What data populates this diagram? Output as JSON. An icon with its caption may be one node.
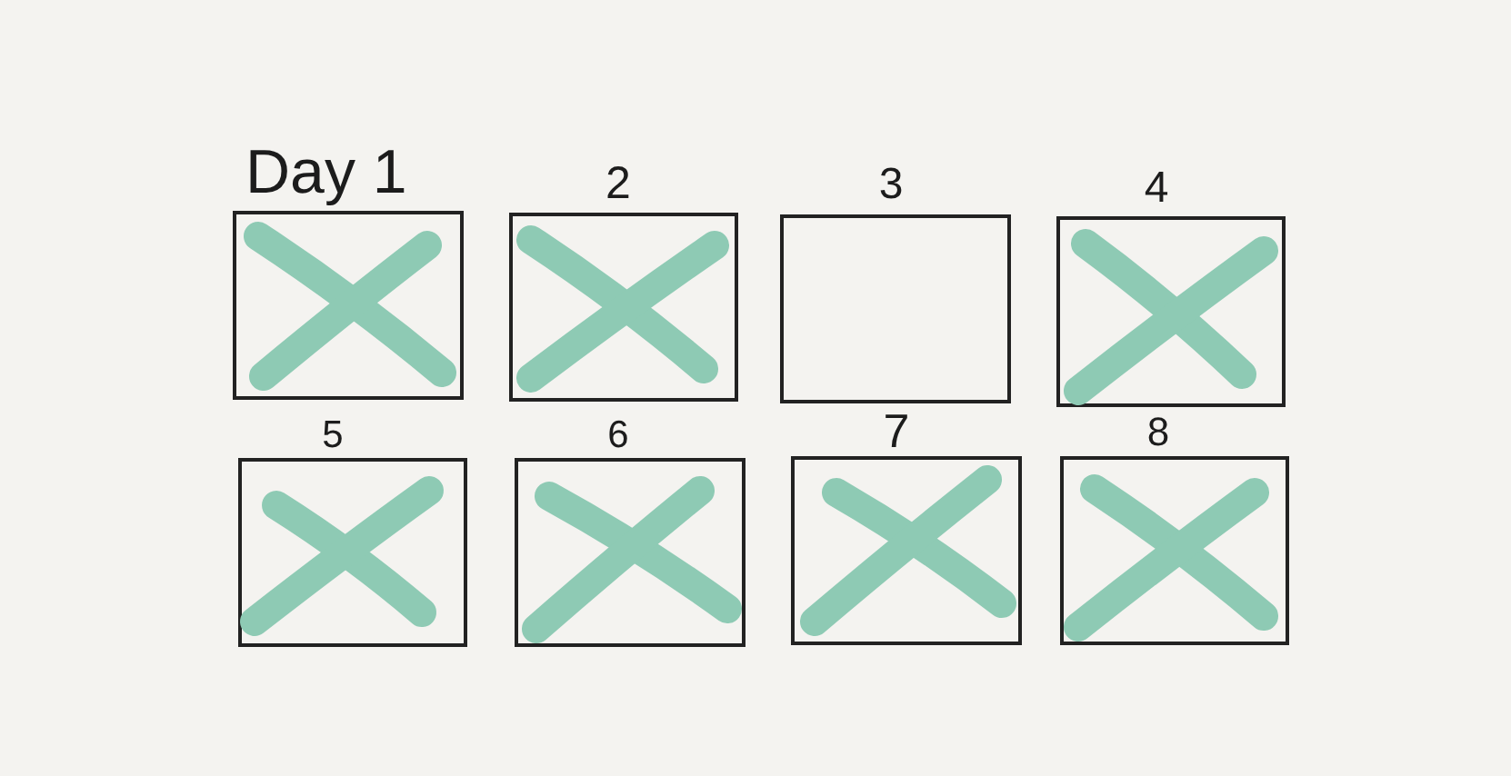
{
  "diagram": {
    "nodes": [
      {
        "text": [
          "Day 1"
        ]
      },
      {
        "text": [],
        "shape": "cross",
        "in": 0
      },
      {
        "text": [
          "2"
        ]
      },
      {
        "text": [],
        "shape": "cross",
        "in": 2
      },
      {
        "text": [
          "3"
        ]
      },
      {
        "text": [
          "4"
        ]
      },
      {
        "text": [],
        "shape": "cross",
        "in": 5
      },
      {
        "text": [
          "5"
        ]
      },
      {
        "text": [],
        "shape": "cross",
        "in": 7
      },
      {
        "text": [
          "6"
        ]
      },
      {
        "text": [],
        "shape": "cross",
        "in": 9
      },
      {
        "text": [
          "7"
        ]
      },
      {
        "text": [],
        "shape": "cross",
        "in": 11
      },
      {
        "text": [
          "8"
        ]
      },
      {
        "text": [],
        "shape": "cross",
        "in": 13
      }
    ]
  }
}
